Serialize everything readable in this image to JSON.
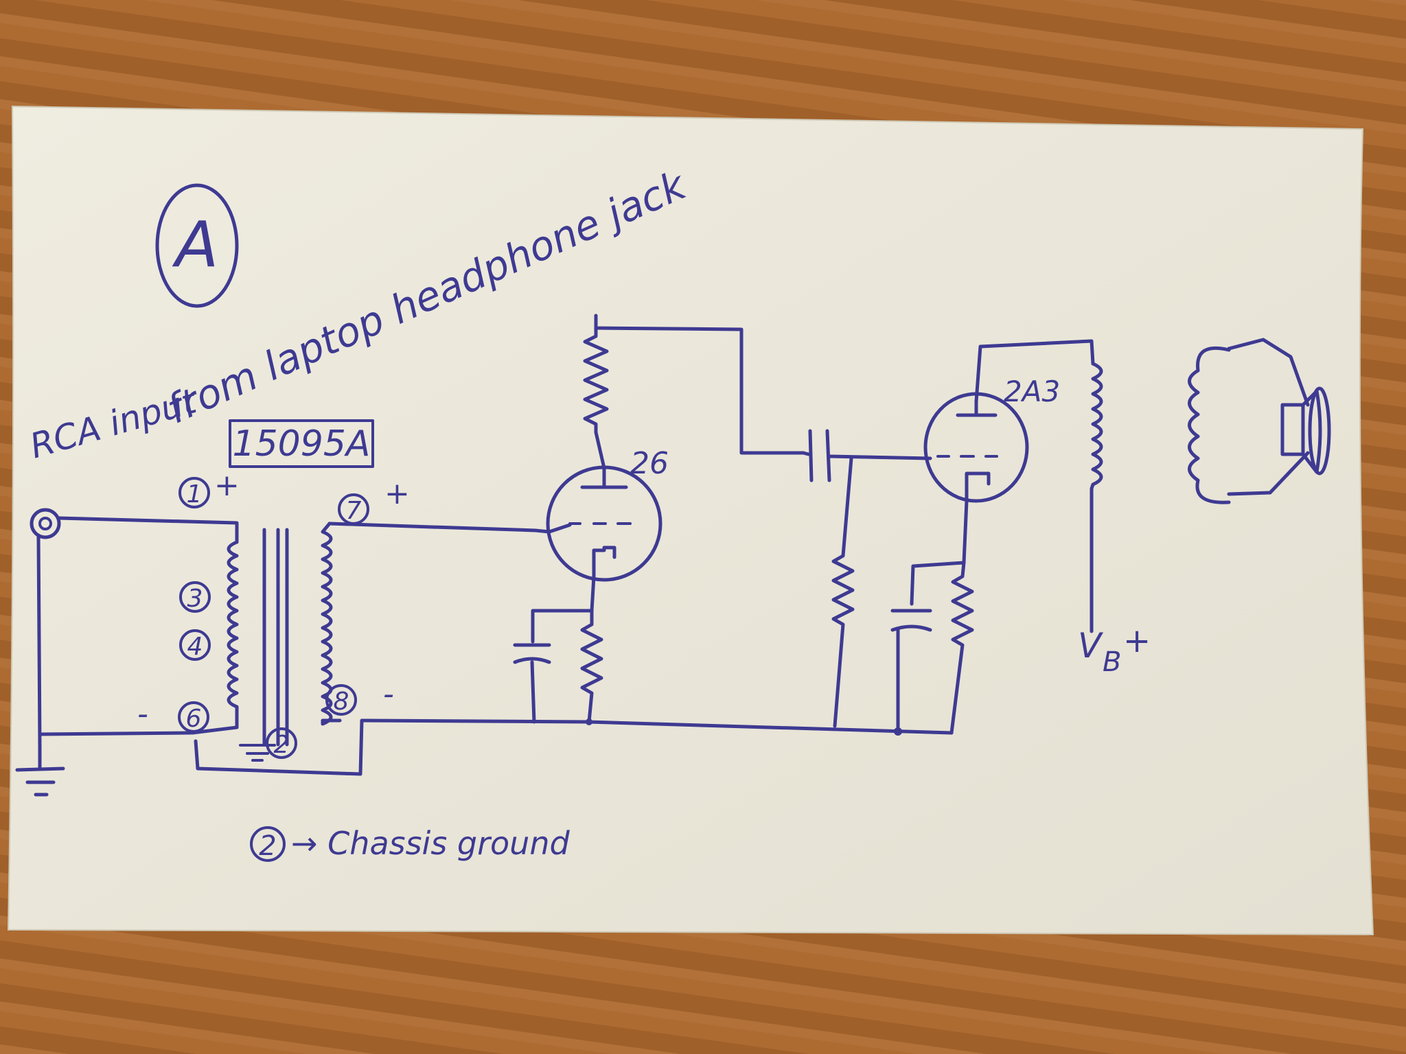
{
  "sheet_label": "A",
  "notes": {
    "rca_input": "RCA input",
    "from_headphone_jack": "from laptop headphone jack",
    "chassis_ground_note": "→ Chassis ground",
    "chassis_ground_pin": "2"
  },
  "transformer": {
    "part_number": "15095A",
    "pins": {
      "p1": "1",
      "p3": "3",
      "p4": "4",
      "p6": "6",
      "p7": "7",
      "p8": "8",
      "p2": "2"
    },
    "polarity": {
      "p1": "+",
      "p7": "+",
      "p6": "-",
      "p8": "-"
    }
  },
  "tubes": {
    "driver": "26",
    "output": "2A3"
  },
  "supply": {
    "label_v": "V",
    "label_sub": "B",
    "label_plus": "+"
  },
  "colors": {
    "ink": "#3e3a92",
    "paper": "#ece8da",
    "table": "#a8662e"
  }
}
